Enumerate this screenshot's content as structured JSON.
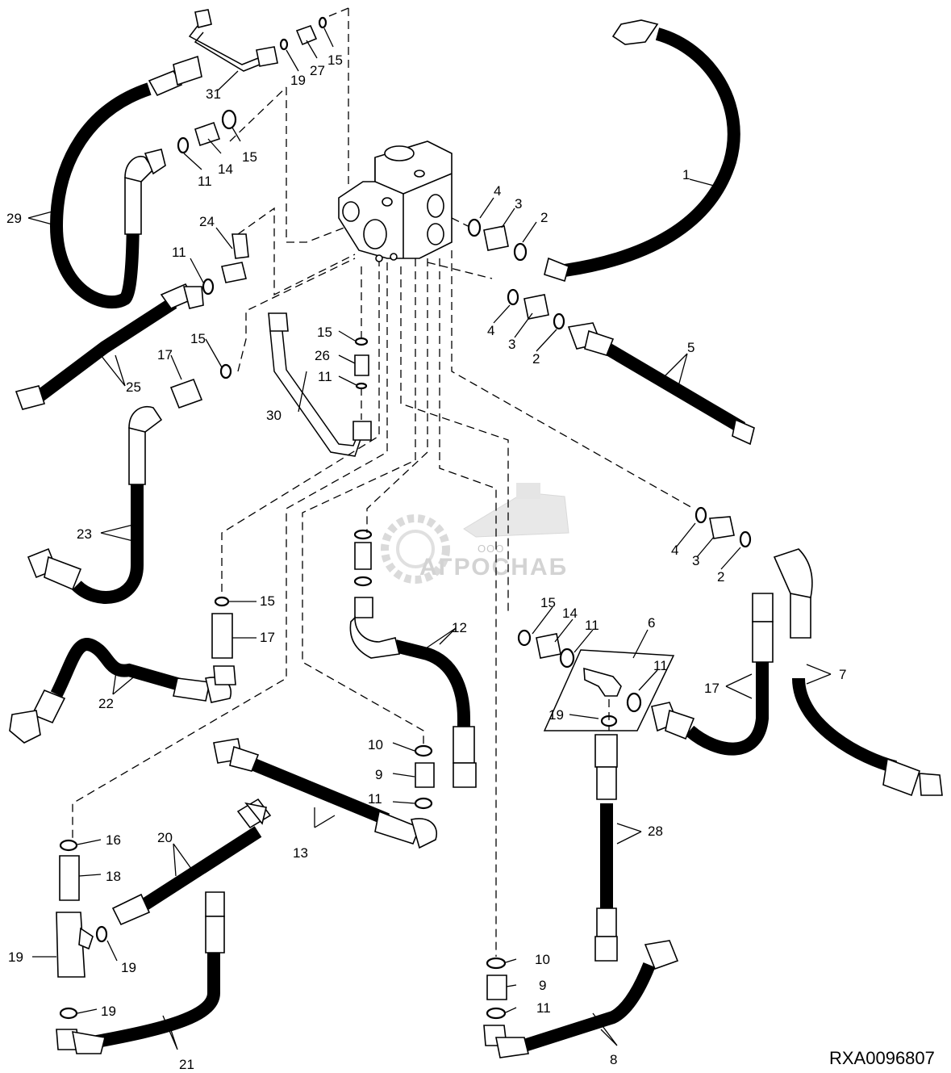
{
  "diagram": {
    "figure_id": "RXA0096807",
    "watermark": {
      "company_prefix": "ООО",
      "company_name": "АГРОСНАБ"
    },
    "callouts": [
      "1",
      "2",
      "2",
      "2",
      "3",
      "3",
      "3",
      "4",
      "4",
      "4",
      "5",
      "6",
      "7",
      "8",
      "9",
      "9",
      "10",
      "10",
      "11",
      "11",
      "11",
      "11",
      "11",
      "11",
      "11",
      "12",
      "13",
      "14",
      "14",
      "15",
      "15",
      "15",
      "15",
      "15",
      "15",
      "16",
      "17",
      "17",
      "17",
      "18",
      "19",
      "19",
      "19",
      "19",
      "19",
      "20",
      "21",
      "22",
      "23",
      "24",
      "25",
      "26",
      "27",
      "28",
      "29",
      "30",
      "31"
    ]
  }
}
